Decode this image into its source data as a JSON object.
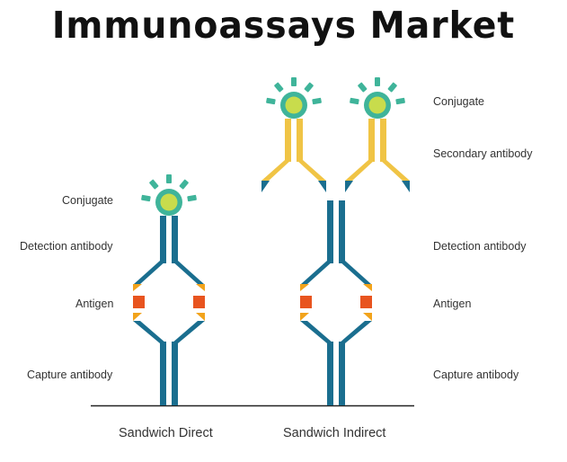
{
  "title": "Immunoassays Market",
  "left_labels": {
    "conjugate": "Conjugate",
    "detection_antibody": "Detection antibody",
    "antigen": "Antigen",
    "capture_antibody": "Capture antibody"
  },
  "right_labels": {
    "conjugate": "Conjugate",
    "secondary_antibody": "Secondary antibody",
    "detection_antibody": "Detection antibody",
    "antigen": "Antigen",
    "capture_antibody": "Capture antibody"
  },
  "captions": {
    "direct": "Sandwich Direct",
    "indirect": "Sandwich Indirect"
  },
  "colors": {
    "antibody_blue": "#1a6e8f",
    "antibody_yellow": "#f0c445",
    "antigen_orange": "#e8541f",
    "antigen_amber": "#f2a31b",
    "conjugate_teal": "#3fb49a",
    "conjugate_core": "#c8dc4c"
  }
}
